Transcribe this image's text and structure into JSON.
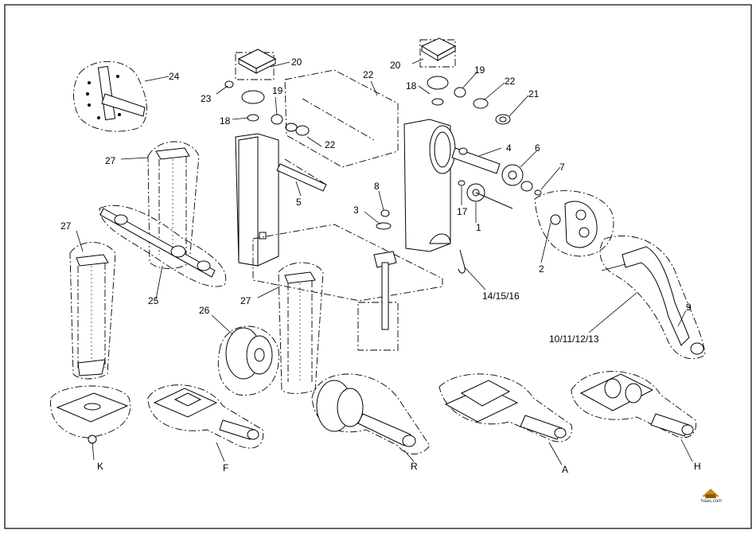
{
  "callouts": {
    "c1": "1",
    "c2": "2",
    "c3": "3",
    "c4": "4",
    "c5": "5",
    "c6": "6",
    "c7": "7",
    "c8": "8",
    "c9": "9",
    "c10": "10/11/12/13",
    "c14": "14/15/16",
    "c17": "17",
    "c18a": "18",
    "c18b": "18",
    "c19a": "19",
    "c19b": "19",
    "c20a": "20",
    "c20b": "20",
    "c21": "21",
    "c22a": "22",
    "c22b": "22",
    "c22c": "22",
    "c23": "23",
    "c24": "24",
    "c25": "25",
    "c26": "26",
    "c27a": "27",
    "c27b": "27",
    "c27c": "27"
  },
  "variants": {
    "K": "K",
    "F": "F",
    "R": "R",
    "A": "A",
    "H": "H"
  },
  "logo": {
    "text": "haas.com"
  },
  "colors": {
    "line": "#000000",
    "background": "#ffffff"
  }
}
